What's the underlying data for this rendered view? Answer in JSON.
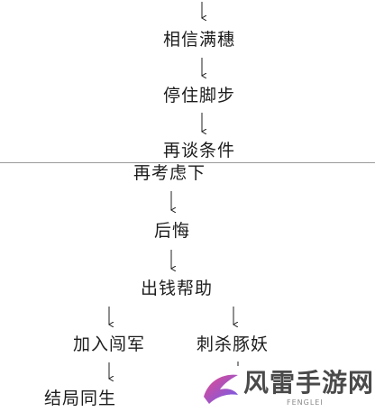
{
  "nodes": {
    "believe_full_ears": "相信满穗",
    "stop_steps": "停住脚步",
    "negotiate_again": "再谈条件",
    "reconsider": "再考虑下",
    "regret": "后悔",
    "donate_money": "出钱帮助",
    "join_rebels": "加入闯军",
    "assassinate_pig_demon": "刺杀豚妖",
    "ending_together": "结局同生"
  },
  "watermark": {
    "name": "风雷手游网",
    "sub": "FENGLEI",
    "colors": [
      "#e84a8c",
      "#6a5cf0",
      "#4a4a4a"
    ]
  },
  "colors": {
    "text": "#1c1c1c",
    "arrow": "#222222",
    "divider": "#9a9a9a"
  }
}
